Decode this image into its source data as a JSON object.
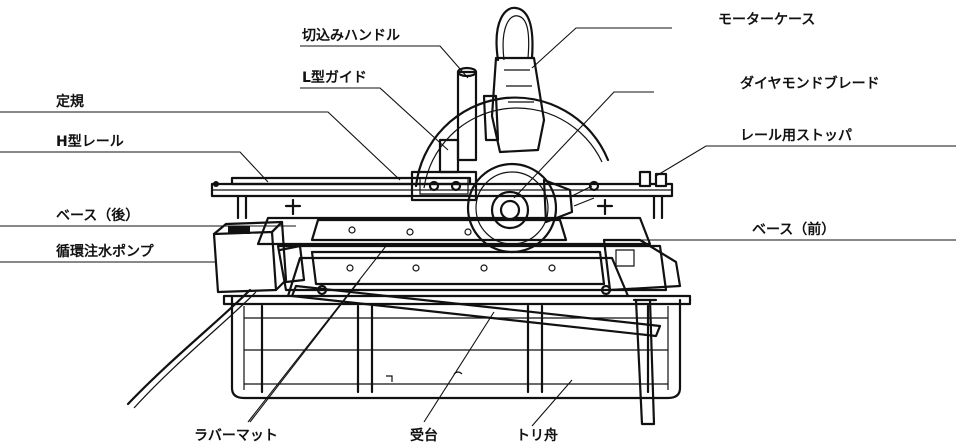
{
  "labels": {
    "plunge_handle": "切込みハンドル",
    "l_guide": "L型ガイド",
    "motor_case": "モーターケース",
    "diamond_blade": "ダイヤモンドブレード",
    "ruler": "定規",
    "h_rail": "H型レール",
    "rail_stopper": "レール用ストッパ",
    "base_rear": "ベース（後）",
    "base_front": "ベース（前）",
    "pump": "循環注水ポンプ",
    "rubber_mat": "ラバーマット",
    "stand": "受台",
    "tray": "トリ舟"
  }
}
